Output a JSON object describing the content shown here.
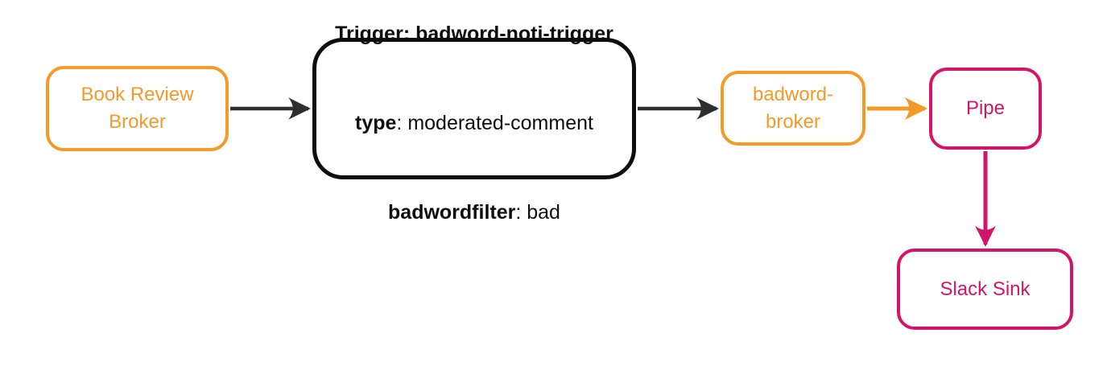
{
  "colors": {
    "orange": "#F49A28",
    "pink": "#D31568",
    "dark": "#0E0E0E",
    "arrow_dark": "#2E2E2E",
    "background": "#FFFFFF"
  },
  "nodes": {
    "book_review_broker": {
      "label": "Book Review\nBroker"
    },
    "trigger": {
      "line1": "Trigger: badword-noti-trigger",
      "line2_key": "type",
      "line2_value": ": moderated-comment",
      "line3_key": "badwordfilter",
      "line3_value": ": bad"
    },
    "badword_broker": {
      "label": "badword-\nbroker"
    },
    "pipe": {
      "label": "Pipe"
    },
    "slack_sink": {
      "label": "Slack Sink"
    }
  },
  "edges": [
    {
      "from": "book_review_broker",
      "to": "trigger",
      "color": "dark"
    },
    {
      "from": "trigger",
      "to": "badword_broker",
      "color": "dark"
    },
    {
      "from": "badword_broker",
      "to": "pipe",
      "color": "orange"
    },
    {
      "from": "pipe",
      "to": "slack_sink",
      "color": "pink"
    }
  ]
}
